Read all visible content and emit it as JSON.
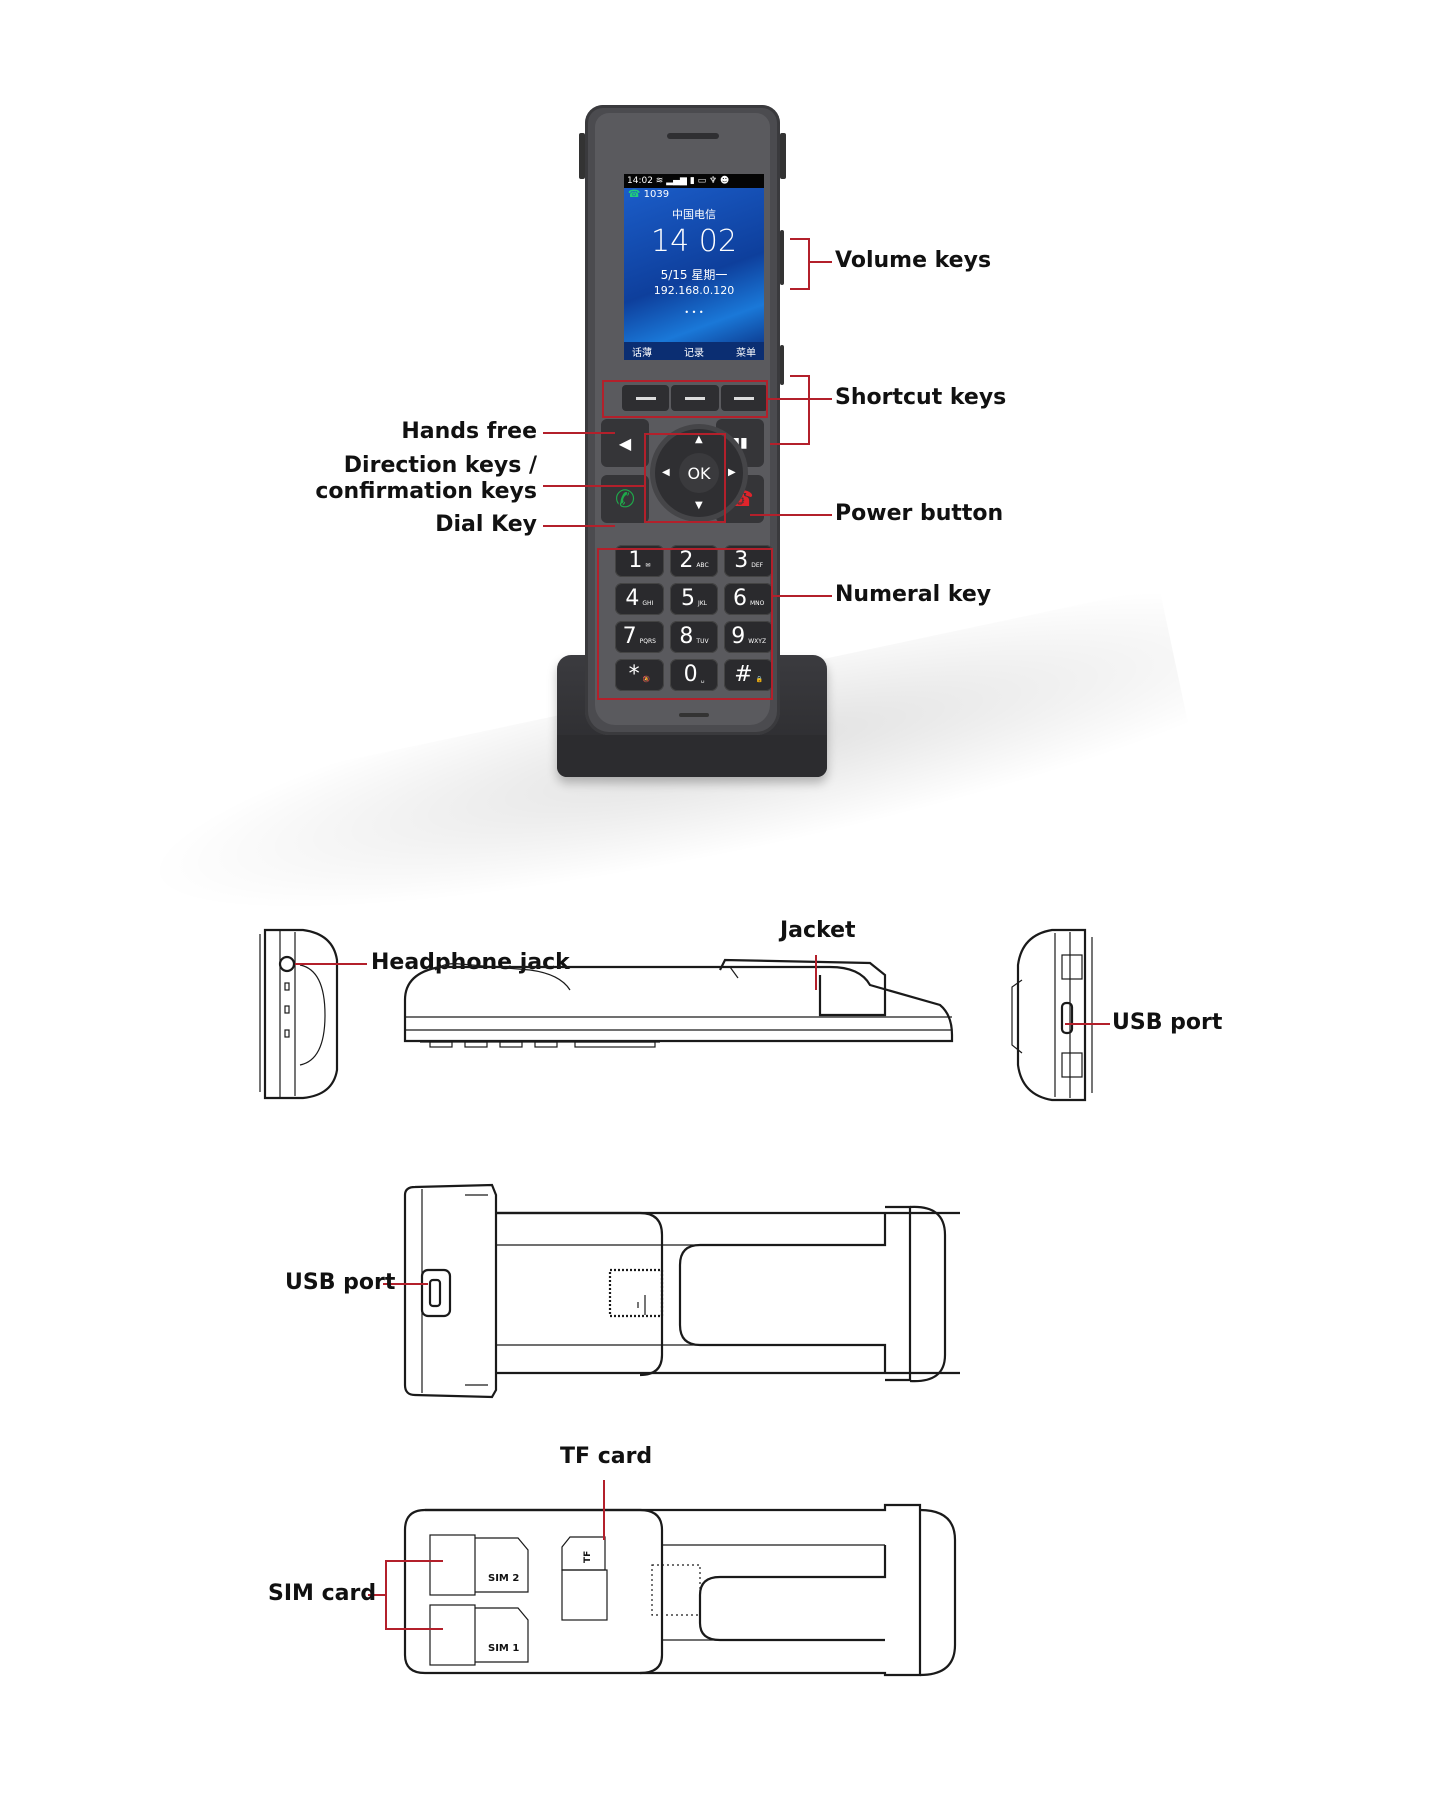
{
  "front_view": {
    "screen": {
      "status_time": "14:02",
      "extension": "1039",
      "carrier": "中国电信",
      "clock": "14 02",
      "date": "5/15 星期一",
      "ip": "192.168.0.120",
      "page_dots": "• • •",
      "softkeys": [
        "话薄",
        "记录",
        "菜单"
      ]
    },
    "ok_label": "OK",
    "keys": [
      {
        "digit": "1",
        "sub": "✉"
      },
      {
        "digit": "2",
        "sub": "ABC"
      },
      {
        "digit": "3",
        "sub": "DEF"
      },
      {
        "digit": "4",
        "sub": "GHI"
      },
      {
        "digit": "5",
        "sub": "JKL"
      },
      {
        "digit": "6",
        "sub": "MNO"
      },
      {
        "digit": "7",
        "sub": "PQRS"
      },
      {
        "digit": "8",
        "sub": "TUV"
      },
      {
        "digit": "9",
        "sub": "WXYZ"
      },
      {
        "digit": "*",
        "sub": "🔕"
      },
      {
        "digit": "0",
        "sub": "␣"
      },
      {
        "digit": "#",
        "sub": "🔒"
      }
    ],
    "labels": {
      "volume_keys": "Volume keys",
      "shortcut_keys": "Shortcut keys",
      "hands_free": "Hands free",
      "direction_keys_line1": "Direction keys /",
      "direction_keys_line2": "confirmation keys",
      "dial_key": "Dial Key",
      "power_button": "Power button",
      "numeral_key": "Numeral key"
    }
  },
  "side_views": {
    "labels": {
      "headphone_jack": "Headphone jack",
      "jacket": "Jacket",
      "usb_port_right": "USB port"
    }
  },
  "back_view_1": {
    "labels": {
      "usb_port": "USB port"
    }
  },
  "back_view_2": {
    "labels": {
      "tf_card": "TF card",
      "sim_card": "SIM card"
    },
    "slot_text": {
      "sim2": "SIM 2",
      "sim1": "SIM 1",
      "tf": "TF"
    }
  },
  "colors": {
    "callout": "#b3202b",
    "phone_body": "#4b4b4f",
    "screen_blue": "#0d3f9a",
    "dial_green": "#1fa84a",
    "hangup_red": "#e0242b"
  }
}
